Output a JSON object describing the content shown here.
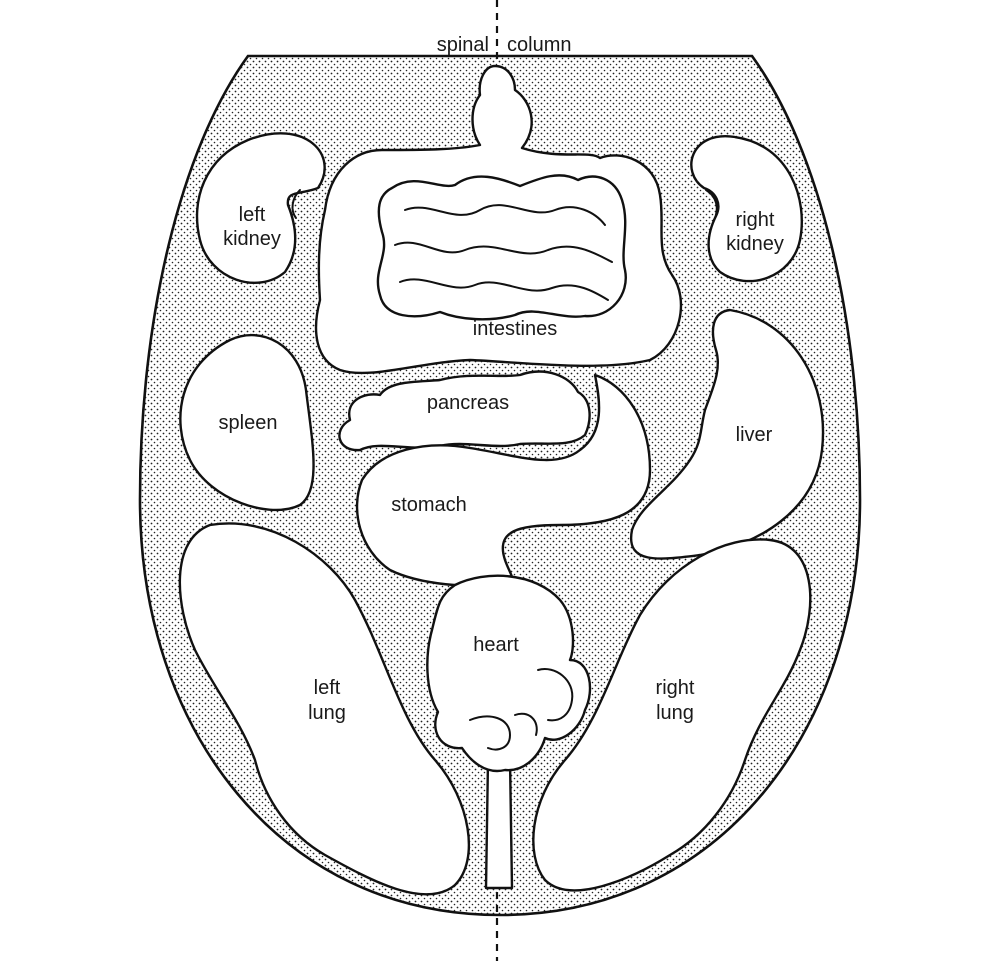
{
  "labels": {
    "spinal": "spinal",
    "column": "column",
    "left_kidney_1": "left",
    "left_kidney_2": "kidney",
    "right_kidney_1": "right",
    "right_kidney_2": "kidney",
    "intestines": "intestines",
    "pancreas": "pancreas",
    "spleen": "spleen",
    "liver": "liver",
    "stomach": "stomach",
    "heart": "heart",
    "left_lung_1": "left",
    "left_lung_2": "lung",
    "right_lung_1": "right",
    "right_lung_2": "lung"
  },
  "colors": {
    "ink": "#111111",
    "organ_fill": "#ffffff",
    "body_fill": "stippled"
  }
}
